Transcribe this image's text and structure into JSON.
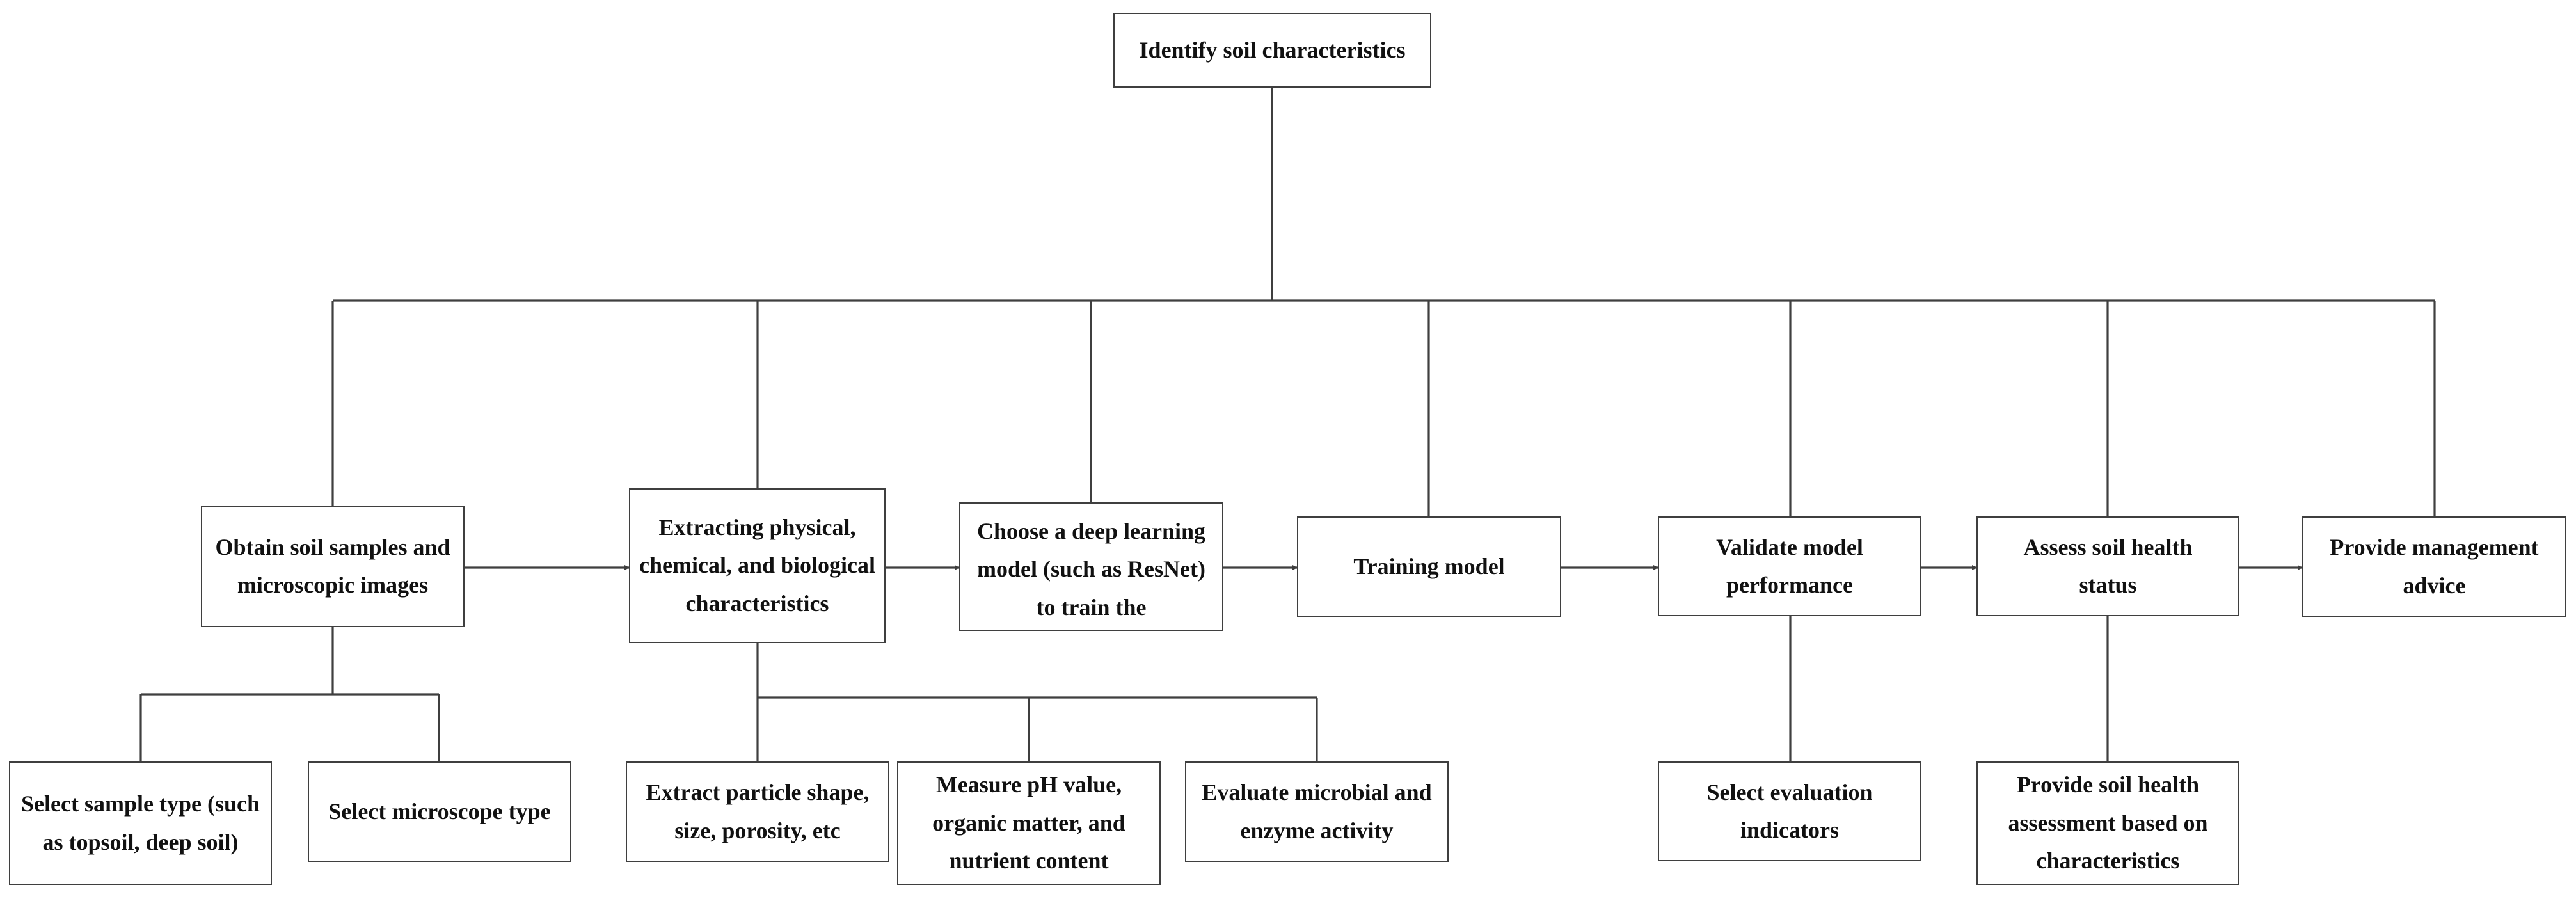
{
  "nodes": {
    "root": "Identify soil characteristics",
    "obtain": "Obtain soil samples and microscopic images",
    "extract": "Extracting physical, chemical, and biological characteristics",
    "choose": "Choose a deep learning model (such as ResNet) to train the",
    "training": "Training model",
    "validate": "Validate model performance",
    "assess": "Assess soil health status",
    "advice": "Provide management advice",
    "sample_type": "Select sample type (such as topsoil, deep soil)",
    "microscope": "Select microscope type",
    "particle": "Extract particle shape, size, porosity, etc",
    "ph": "Measure pH value, organic matter, and nutrient content",
    "microbial": "Evaluate microbial and enzyme activity",
    "indicators": "Select evaluation indicators",
    "health": "Provide soil health assessment based on characteristics"
  },
  "colors": {
    "line": "#3f3f3f",
    "box_border": "#3f3f3f",
    "text": "#111111"
  }
}
